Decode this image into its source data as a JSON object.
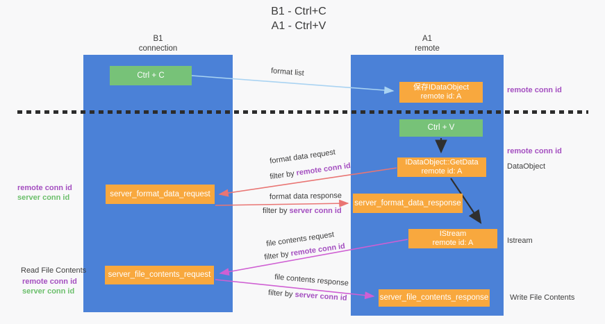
{
  "title": {
    "line1": "B1 - Ctrl+C",
    "line2": "A1 - Ctrl+V"
  },
  "lanes": {
    "left": {
      "title": "B1",
      "subtitle": "connection"
    },
    "right": {
      "title": "A1",
      "subtitle": "remote"
    }
  },
  "boxes": {
    "ctrl_c": {
      "label": "Ctrl + C"
    },
    "save_dataobject": {
      "line1": "保存IDataObject",
      "line2": "remote id: A"
    },
    "ctrl_v": {
      "label": "Ctrl + V"
    },
    "getdata": {
      "line1": "IDataObject::GetData",
      "line2": "remote id: A"
    },
    "format_request": {
      "label": "server_format_data_request"
    },
    "format_response": {
      "label": "server_format_data_response"
    },
    "istream": {
      "line1": "IStream",
      "line2": "remote id: A"
    },
    "file_request": {
      "label": "server_file_contents_request"
    },
    "file_response": {
      "label": "server_file_contents_response"
    }
  },
  "arrow_labels": {
    "format_list": "format list",
    "format_data_request": "format data request",
    "format_data_response": "format data response",
    "file_contents_request": "file contents request",
    "file_contents_response": "file contents response",
    "filter_prefix": "filter by ",
    "remote_conn_id": "remote conn id",
    "server_conn_id": "server conn id"
  },
  "side_labels": {
    "left_mid": {
      "line1": "remote conn id",
      "line2": "server conn id"
    },
    "left_bottom": {
      "title": "Read File Contents",
      "line1": "remote conn id",
      "line2": "server conn id"
    },
    "right_top": "remote conn id",
    "right_mid": "remote conn id",
    "right_dataobject": "DataObject",
    "right_istream": "Istream",
    "right_write": "Write File Contents"
  },
  "colors": {
    "lane_blue": "#4b81d7",
    "box_green": "#77c278",
    "box_orange": "#f8a83e",
    "arrow_blue": "#a9d3f2",
    "arrow_red": "#e97573",
    "arrow_magenta": "#cf5fd3",
    "arrow_black": "#2f2f2f",
    "text_purple": "#a44fc0",
    "text_green": "#6cbf6c"
  }
}
